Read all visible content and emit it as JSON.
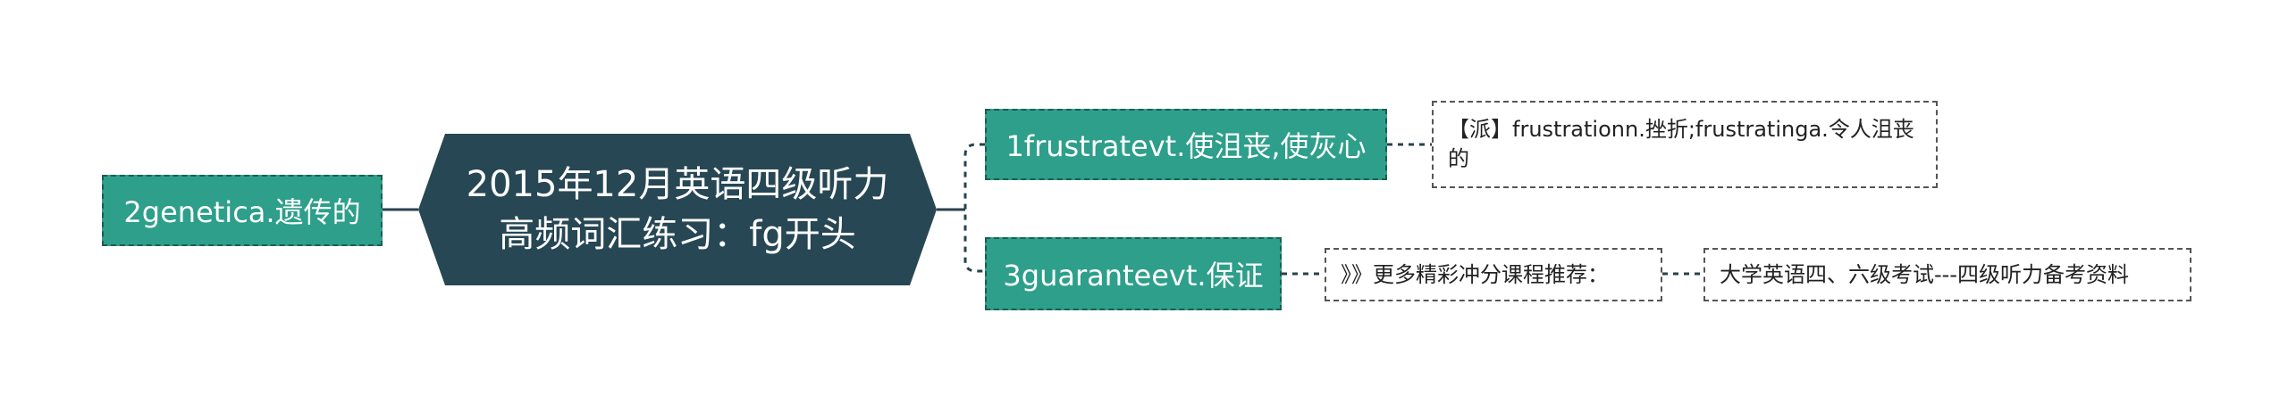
{
  "center": {
    "title": "2015年12月英语四级听力\n高频词汇练习：fg开头"
  },
  "left": {
    "label": "2genetica.遗传的"
  },
  "right": [
    {
      "label": "1frustratevt.使沮丧,使灰心",
      "children": [
        "【派】frustrationn.挫折;frustratinga.令人沮丧的"
      ]
    },
    {
      "label": "3guaranteevt.保证",
      "children": [
        "》》更多精彩冲分课程推荐：",
        "大学英语四、六级考试---四级听力备考资料"
      ]
    }
  ],
  "colors": {
    "center_fill": "#274754",
    "topic_fill": "#2d9f8a",
    "topic_border": "#1f5d52",
    "line": "#27424c"
  }
}
